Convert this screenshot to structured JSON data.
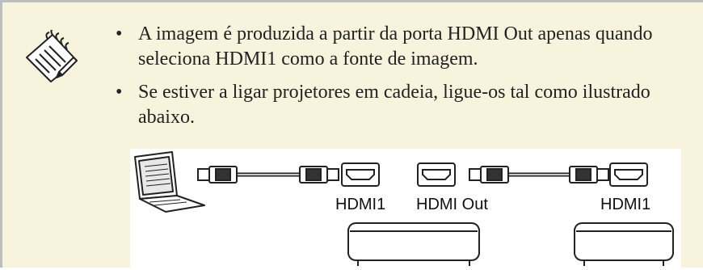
{
  "note": {
    "icon": "notepad-pencil-icon",
    "bullets": [
      {
        "marker": "•",
        "text": "A imagem é produzida a partir da porta HDMI Out apenas quando seleciona HDMI1 como a fonte de imagem."
      },
      {
        "marker": "•",
        "text": "Se estiver a ligar projetores em cadeia, ligue-os tal como ilustrado abaixo."
      }
    ]
  },
  "diagram": {
    "port_labels": [
      "HDMI1",
      "HDMI Out",
      "HDMI1"
    ]
  }
}
